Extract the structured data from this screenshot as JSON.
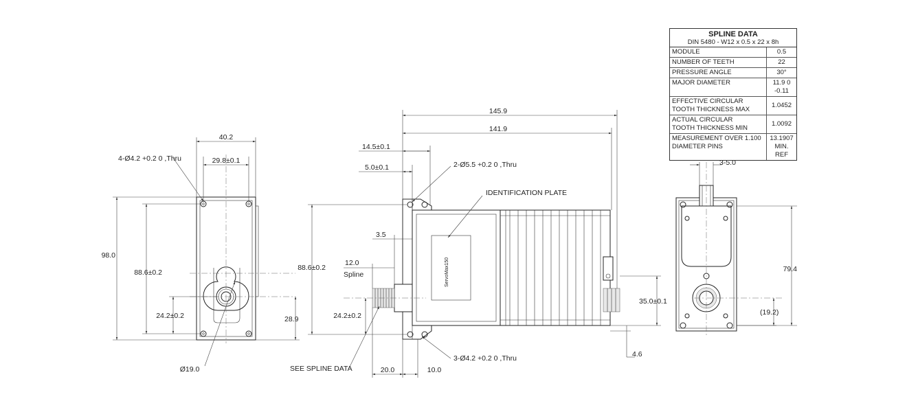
{
  "spline": {
    "title": "SPLINE DATA",
    "spec": "DIN 5480 - W12 x 0.5 x 22 x 8h",
    "rows": [
      {
        "key": "MODULE",
        "value": "0.5"
      },
      {
        "key": "NUMBER OF TEETH",
        "value": "22"
      },
      {
        "key": "PRESSURE ANGLE",
        "value": "30°"
      },
      {
        "key": "MAJOR DIAMETER",
        "value": "11.9 0 -0.11"
      },
      {
        "key_line1": "EFFECTIVE CIRCULAR",
        "key_line2": "TOOTH THICKNESS MAX",
        "value": "1.0452"
      },
      {
        "key_line1": "ACTUAL CIRCULAR",
        "key_line2": "TOOTH THICKNESS MIN",
        "value": "1.0092"
      },
      {
        "key_line1": "MEASUREMENT OVER 1.100",
        "key_line2": "DIAMETER PINS",
        "value": "13.1907",
        "value2": "MIN. REF"
      }
    ]
  },
  "front_view": {
    "width": "40.2",
    "hole_spacing": "29.8±0.1",
    "holes_note": "4-Ø4.2 +0.2 0 ,Thru",
    "height": "98.0",
    "hole_pitch": "88.6±0.2",
    "shaft_offset": "24.2±0.2",
    "shaft_height": "28.9",
    "shaft_dia": "Ø19.0"
  },
  "side_view": {
    "overall_length": "145.9",
    "body_length": "141.9",
    "flange_offset": "14.5±0.1",
    "flange_thickness": "5.0±0.1",
    "holes_note_top": "2-Ø5.5 +0.2 0 ,Thru",
    "plate_label": "IDENTIFICATION PLATE",
    "plate_text": "ServoMax150",
    "step": "3.5",
    "spline_len": "12.0",
    "spline_word": "Spline",
    "hole_pitch": "88.6±0.2",
    "shaft_offset": "24.2±0.2",
    "see_spline": "SEE SPLINE DATA",
    "holes_note_bottom": "3-Ø4.2 +0.2 0 ,Thru",
    "dim_left": "20.0",
    "dim_right": "10.0",
    "connector_height": "35.0±0.1",
    "bottom_offset": "4.6"
  },
  "rear_view": {
    "connector_width": "3-5.0",
    "height": "79.4",
    "connector_offset": "(19.2)"
  }
}
